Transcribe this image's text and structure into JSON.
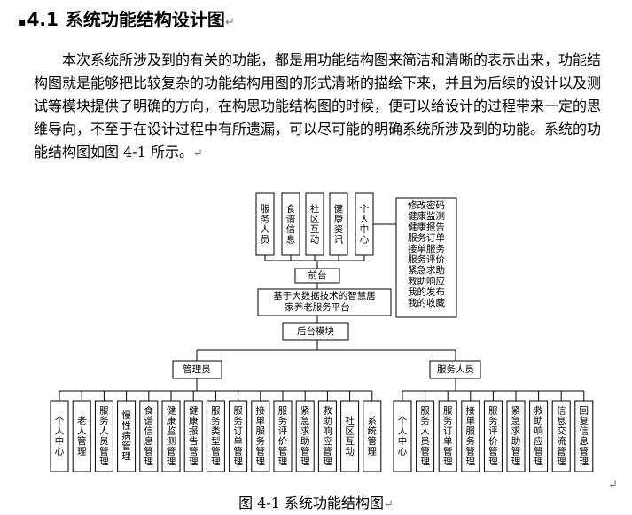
{
  "heading": {
    "number": "4.1",
    "title": "系统功能结构设计图",
    "mark": "↵"
  },
  "paragraph": {
    "text": "本次系统所涉及到的有关的功能，都是用功能结构图来简洁和清晰的表示出来，功能结构图就是能够把比较复杂的功能结构用图的形式清晰的描绘下来，并且为后续的设计以及测试等模块提供了明确的方向，在构思功能结构图的时候，便可以给设计的过程带来一定的思维导向，不至于在设计过程中有所遗漏，可以尽可能的明确系统所涉及到的功能。系统的功能结构图如图 4-1 所示。",
    "mark": "↵"
  },
  "diagram": {
    "front_modules": [
      "服务人员",
      "食谱信息",
      "社区互动",
      "健康资讯",
      "个人中心"
    ],
    "personal_center_items": [
      "修改密码",
      "健康监测",
      "健康报告",
      "服务订单",
      "接单服务",
      "服务评价",
      "紧急求助",
      "救助响应",
      "我的发布",
      "我的收藏"
    ],
    "front_label": "前台",
    "platform_name": [
      "基于大数据技术的智慧居",
      "家养老服务平台"
    ],
    "backend_label": "后台模块",
    "admin_label": "管理员",
    "staff_label": "服务人员",
    "admin_modules": [
      "个人中心",
      "老人管理",
      "服务人员管理",
      "慢性病管理",
      "食谱信息管理",
      "健康监测管理",
      "健康报告管理",
      "服务类型管理",
      "服务订单管理",
      "接单服务管理",
      "服务评价管理",
      "紧急求助管理",
      "救助响应管理",
      "社区互动",
      "系统管理"
    ],
    "staff_modules": [
      "个人中心",
      "服务人员管理",
      "服务订单管理",
      "接单服务管理",
      "服务评价管理",
      "紧急求助管理",
      "救助响应管理",
      "信息交流管理",
      "回复信息管理"
    ]
  },
  "caption": {
    "text": "图 4-1  系统功能结构图",
    "mark": "↵"
  },
  "end_mark": "↵"
}
